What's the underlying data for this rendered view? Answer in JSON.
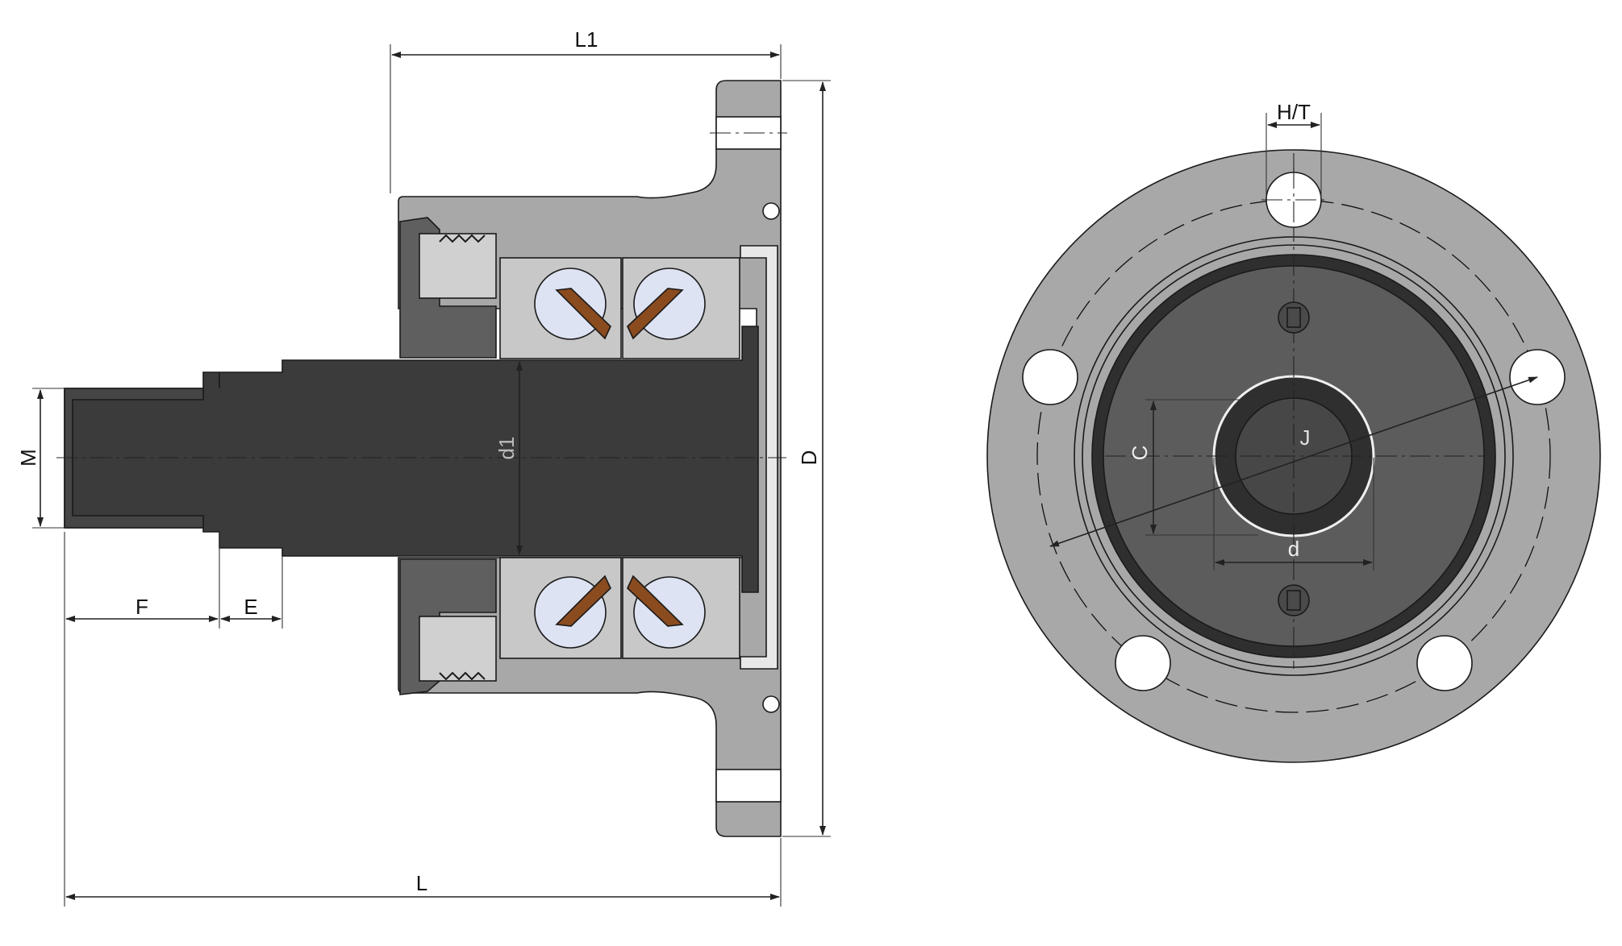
{
  "side_view": {
    "dimensions": {
      "L1": "L1",
      "L": "L",
      "D": "D",
      "M": "M",
      "F": "F",
      "E": "E",
      "d1": "d1"
    }
  },
  "front_view": {
    "dimensions": {
      "HT": "H/T",
      "C": "C",
      "J": "J",
      "d": "d"
    }
  },
  "colors": {
    "housing": "#a8a8a8",
    "shaft": "#3b3b3b",
    "seal": "#5f5f5f",
    "bearing_ball": "#dde3f3",
    "bearing_cage": "#8a4b1e",
    "inner_disc": "#5c5c5c",
    "hub_ring": "#2f2f2f"
  }
}
